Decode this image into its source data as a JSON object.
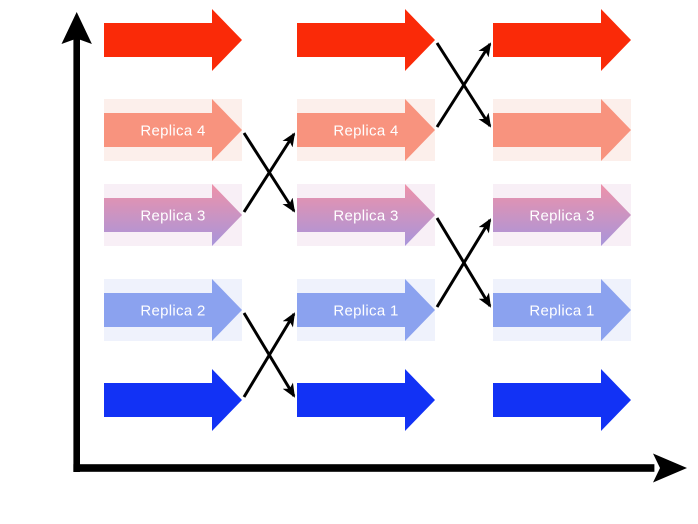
{
  "diagram": {
    "type": "replica-exchange-timeline",
    "background_color": "#FFFFFF",
    "axis_color": "#000000",
    "exchange_arrow_color": "#000000",
    "label_color": "#FFFFFF",
    "columns": 3,
    "rows": [
      {
        "name": "temperature-level-1",
        "color": "#FA2A08",
        "tint": "#FFFFFF",
        "labels": [
          "",
          "",
          ""
        ]
      },
      {
        "name": "temperature-level-2",
        "color": "#F8937E",
        "tint": "#FCEFEB",
        "labels": [
          "Replica 4",
          "Replica 4",
          ""
        ]
      },
      {
        "name": "temperature-level-3",
        "color_top": "#EE92A9",
        "color_bottom": "#A895DB",
        "tint": "#F8EFF6",
        "labels": [
          "Replica 3",
          "Replica 3",
          "Replica 3"
        ]
      },
      {
        "name": "temperature-level-4",
        "color": "#8BA2EF",
        "tint": "#EFF2FC",
        "labels": [
          "Replica 2",
          "Replica 1",
          "Replica 1"
        ]
      },
      {
        "name": "temperature-level-5",
        "color": "#1232F5",
        "tint": "#FFFFFF",
        "labels": [
          "",
          "",
          ""
        ]
      }
    ],
    "exchanges": [
      {
        "between_columns": [
          2,
          3
        ],
        "between_rows": [
          1,
          2
        ]
      },
      {
        "between_columns": [
          1,
          2
        ],
        "between_rows": [
          2,
          3
        ]
      },
      {
        "between_columns": [
          2,
          3
        ],
        "between_rows": [
          3,
          4
        ]
      },
      {
        "between_columns": [
          1,
          2
        ],
        "between_rows": [
          4,
          5
        ]
      }
    ]
  }
}
